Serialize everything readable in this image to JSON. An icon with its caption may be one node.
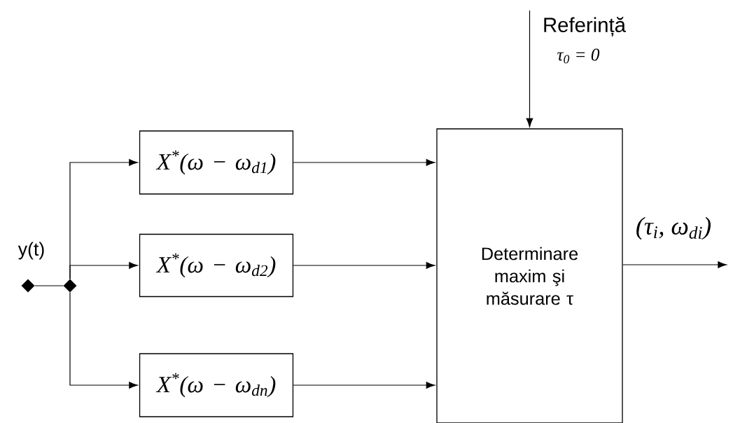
{
  "diagram": {
    "nodes": [
      {
        "text": [],
        "shape": "diamond",
        "beside": [
          "y(t)"
        ]
      },
      {
        "text": [],
        "shape": "diamond"
      },
      {
        "text": [
          "X$^{*}$(ω − ω$_{d1}$)"
        ]
      },
      {
        "text": [
          "X$^{*}$(ω − ω$_{d2}$)"
        ]
      },
      {
        "text": [
          "X$^{*}$(ω − ω$_{dn}$)"
        ]
      },
      {
        "text": [
          "Determinare maxim şi măsurare τ"
        ]
      }
    ],
    "edges": [
      {
        "from": 0,
        "to": 1,
        "arrow": "none"
      },
      {
        "from": 1,
        "to": 2,
        "arrow": "to"
      },
      {
        "from": 1,
        "to": 3,
        "arrow": "to"
      },
      {
        "from": 1,
        "to": 4,
        "arrow": "to"
      },
      {
        "from": 2,
        "to": 5,
        "arrow": "to"
      },
      {
        "from": 3,
        "to": 5,
        "arrow": "to"
      },
      {
        "from": 4,
        "to": 5,
        "arrow": "to"
      },
      {
        "from": null,
        "to": 5,
        "arrow": "to",
        "label": "Referință"
      },
      {
        "from": 5,
        "to": null,
        "arrow": "to",
        "label": "(τ$_{i}$, ω$_{di}$)"
      }
    ],
    "labels": [
      "τ$_{0}$ = 0"
    ]
  }
}
